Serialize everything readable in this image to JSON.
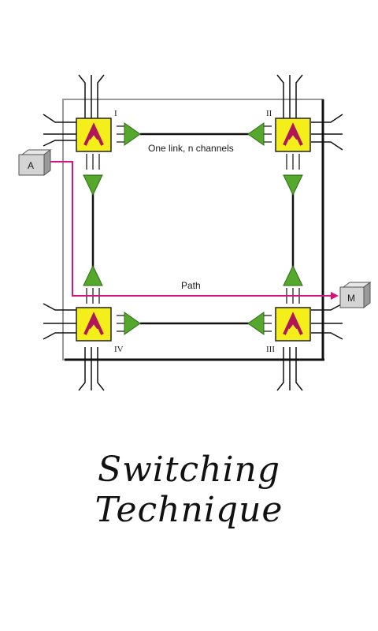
{
  "diagram": {
    "switches": [
      "I",
      "II",
      "III",
      "IV"
    ],
    "link_label": "One link, n channels",
    "path_label": "Path",
    "endpoint_a": "A",
    "endpoint_m": "M"
  },
  "title": "Switching Technique",
  "colors": {
    "switch_fill": "#f4ee1a",
    "switch_glyph": "#b0165a",
    "arrow_fill": "#55a82c",
    "path_color": "#d4147a",
    "line": "#111111"
  }
}
